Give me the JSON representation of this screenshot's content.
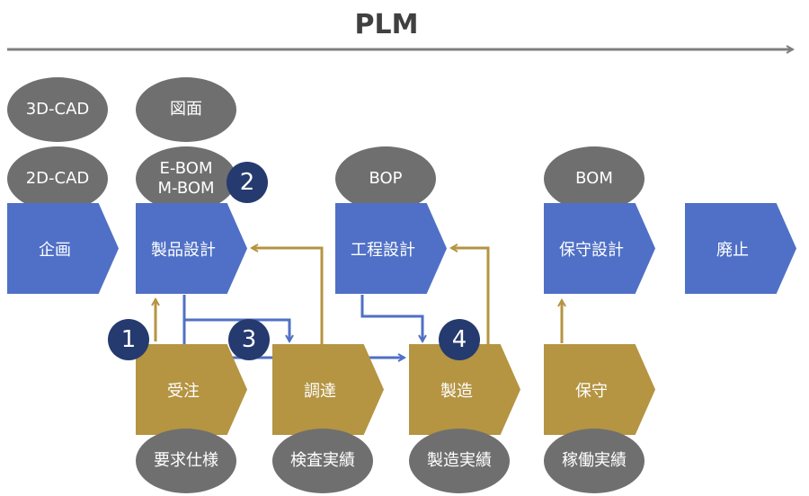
{
  "title": "PLM",
  "ellipses": {
    "cad3d": "3D-CAD",
    "drawing": "図面",
    "cad2d": "2D-CAD",
    "bom_em": "E-BOM\nM-BOM",
    "bop": "BOP",
    "bom": "BOM",
    "requirements": "要求仕様",
    "inspection": "検査実績",
    "manufacturing_record": "製造実績",
    "operation_record": "稼働実績"
  },
  "steps": {
    "planning": "企画",
    "product_design": "製品設計",
    "process_design": "工程設計",
    "maintenance_design": "保守設計",
    "disposal": "廃止",
    "order": "受注",
    "procurement": "調達",
    "manufacturing": "製造",
    "maintenance": "保守"
  },
  "badges": [
    "1",
    "2",
    "3",
    "4"
  ],
  "colors": {
    "design_steps": "#4f70c6",
    "operation_steps": "#b59442",
    "ellipses": "#6f6f6f",
    "badges": "#253a6e",
    "plm_arrow": "#7f7f7f"
  }
}
